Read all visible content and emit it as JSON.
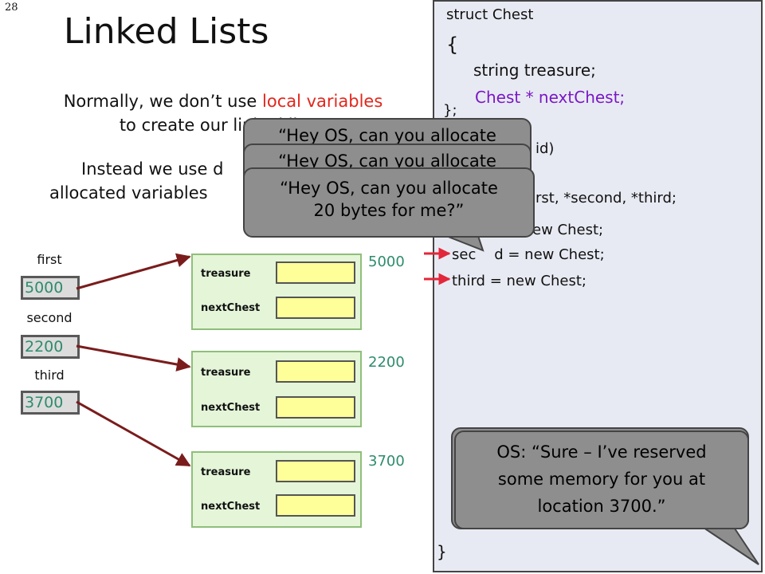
{
  "slide_number": "28",
  "title": "Linked Lists",
  "intro": {
    "line1_before": "Normally, we don’t use ",
    "line1_highlight": "local variables",
    "line2": "to create our linked lists.",
    "line3": "Instead we use d",
    "line4": "allocated variables"
  },
  "variables": [
    {
      "label": "first",
      "value": "5000"
    },
    {
      "label": "second",
      "value": "2200"
    },
    {
      "label": "third",
      "value": "3700"
    }
  ],
  "chests": [
    {
      "address": "5000",
      "field1": "treasure",
      "field2": "nextChest"
    },
    {
      "address": "2200",
      "field1": "treasure",
      "field2": "nextChest"
    },
    {
      "address": "3700",
      "field1": "treasure",
      "field2": "nextChest"
    }
  ],
  "code": {
    "l1": "struct Chest",
    "l2": "{",
    "l3": "string treasure;",
    "l4": "Chest * nextChest;",
    "l5": "};",
    "l6": "id)",
    "l7": "rst, *second, *third;",
    "l8": "ew Chest;",
    "l9": "sec    d = new Chest;",
    "l10": "third = new Chest;",
    "l11": "}"
  },
  "bubbles": {
    "ask_text": "“Hey OS, can you allocate",
    "ask_full_line1": "“Hey OS, can you allocate",
    "ask_full_line2": "20 bytes for me?”",
    "os_line1": "OS: “Sure – I’ve reserved",
    "os_line2": "some memory for you at",
    "os_line3": "location 3700.”"
  },
  "colors": {
    "highlight_red": "#e3261c",
    "address_green": "#2e8b6e",
    "pointer_arrow": "#7a1c1c",
    "execution_arrow": "#e3263a",
    "purple_code": "#7a18c4",
    "chest_fill": "#e4f5d8",
    "field_fill": "#ffff99",
    "bubble_fill": "#8e8e8e",
    "code_panel": "#e8eaf3"
  }
}
